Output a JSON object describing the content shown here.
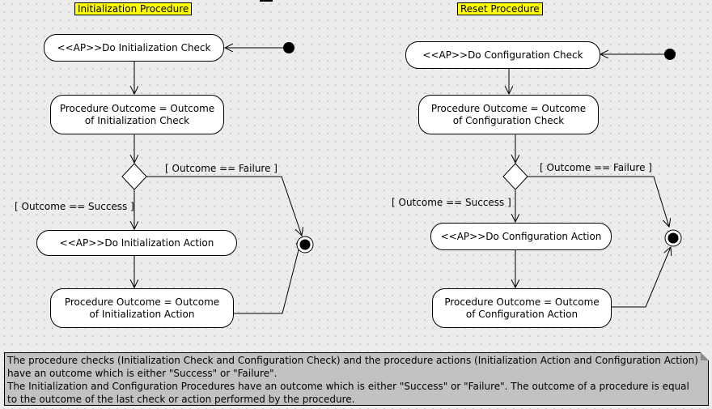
{
  "left_diagram": {
    "title": "Initialization Procedure",
    "check_action": "<<AP>>Do Initialization Check",
    "outcome_after_check": "Procedure Outcome = Outcome\nof Initialization Check",
    "failure_guard": "[ Outcome == Failure  ]",
    "success_guard": "[ Outcome == Success ]",
    "procedure_action": "<<AP>>Do Initialization Action",
    "outcome_after_action": "Procedure Outcome = Outcome\nof Initialization Action"
  },
  "right_diagram": {
    "title": "Reset Procedure",
    "check_action": "<<AP>>Do Configuration Check",
    "outcome_after_check": "Procedure Outcome = Outcome\nof Configuration Check",
    "failure_guard": "[ Outcome == Failure ]",
    "success_guard": "[ Outcome == Success ]",
    "procedure_action": "<<AP>>Do Configuration Action",
    "outcome_after_action": "Procedure Outcome = Outcome\nof Configuration Action"
  },
  "note": {
    "line1": "The procedure checks (Initialization Check and Configuration Check) and the procedure actions (Initialization Action and Configuration Action)",
    "line2": "have an outcome which is either \"Success\" or \"Failure\".",
    "line3": "The Initialization and Configuration Procedures have an outcome which is either \"Success\" or \"Failure\". The outcome of a procedure is equal",
    "line4": "to the outcome of the last check or action performed by the procedure."
  },
  "colors": {
    "title_background": "#ffff00",
    "canvas_background": "#ececec",
    "note_background": "#c2c2c2",
    "node_background": "#ffffff"
  }
}
